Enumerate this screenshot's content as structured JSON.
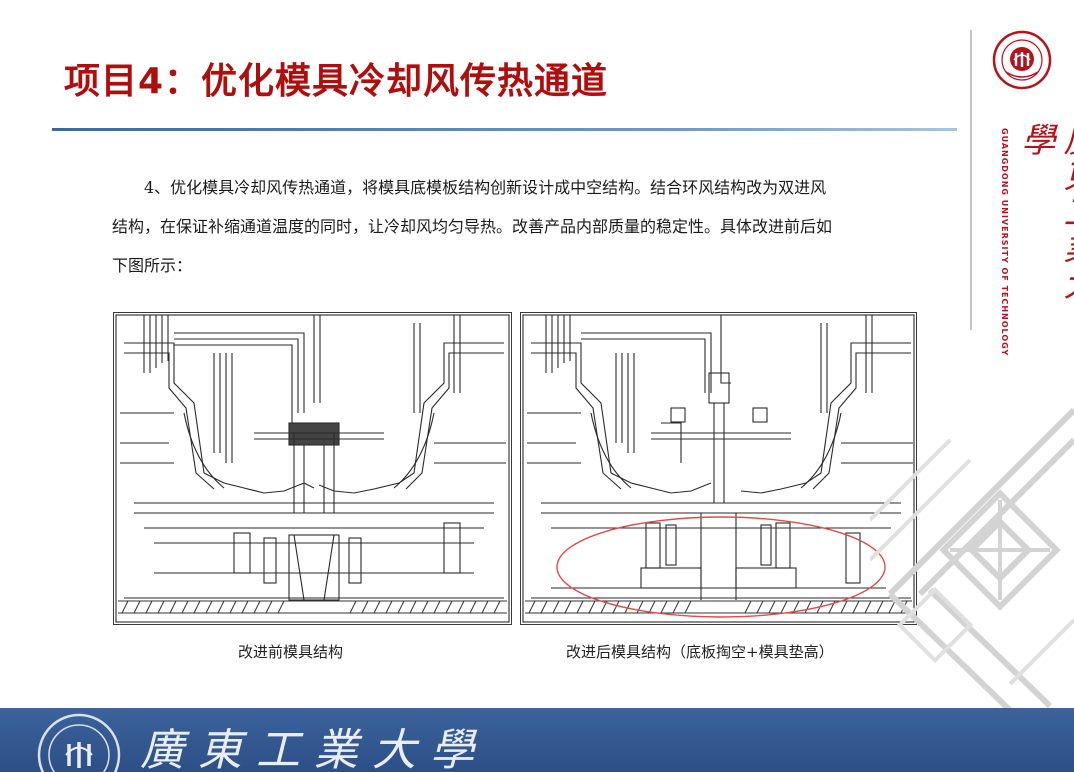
{
  "slide": {
    "title": "项目4：优化模具冷却风传热通道",
    "paragraph": "4、优化模具冷却风传热通道，将模具底模板结构创新设计成中空结构。结合环风结构改为双进风结构，在保证补缩通道温度的同时，让冷却风均匀导热。改善产品内部质量的稳定性。具体改进前后如下图所示：",
    "figures": [
      {
        "caption": "改进前模具结构"
      },
      {
        "caption": "改进后模具结构（底板掏空+模具垫高）"
      }
    ]
  },
  "university": {
    "name_cn": "廣東工業大學",
    "name_en": "GUANGDONG UNIVERSITY OF TECHNOLOGY",
    "footer_name": "廣東工業大學"
  },
  "colors": {
    "title": "#b00d0d",
    "accent_blue": "#3b6a9c",
    "seal_red": "#b5121b",
    "footer": "#2f5389",
    "highlight_ellipse": "#e24a4a"
  },
  "icons": [
    "university-seal-icon",
    "footer-seal-icon",
    "decorative-pattern-icon"
  ]
}
